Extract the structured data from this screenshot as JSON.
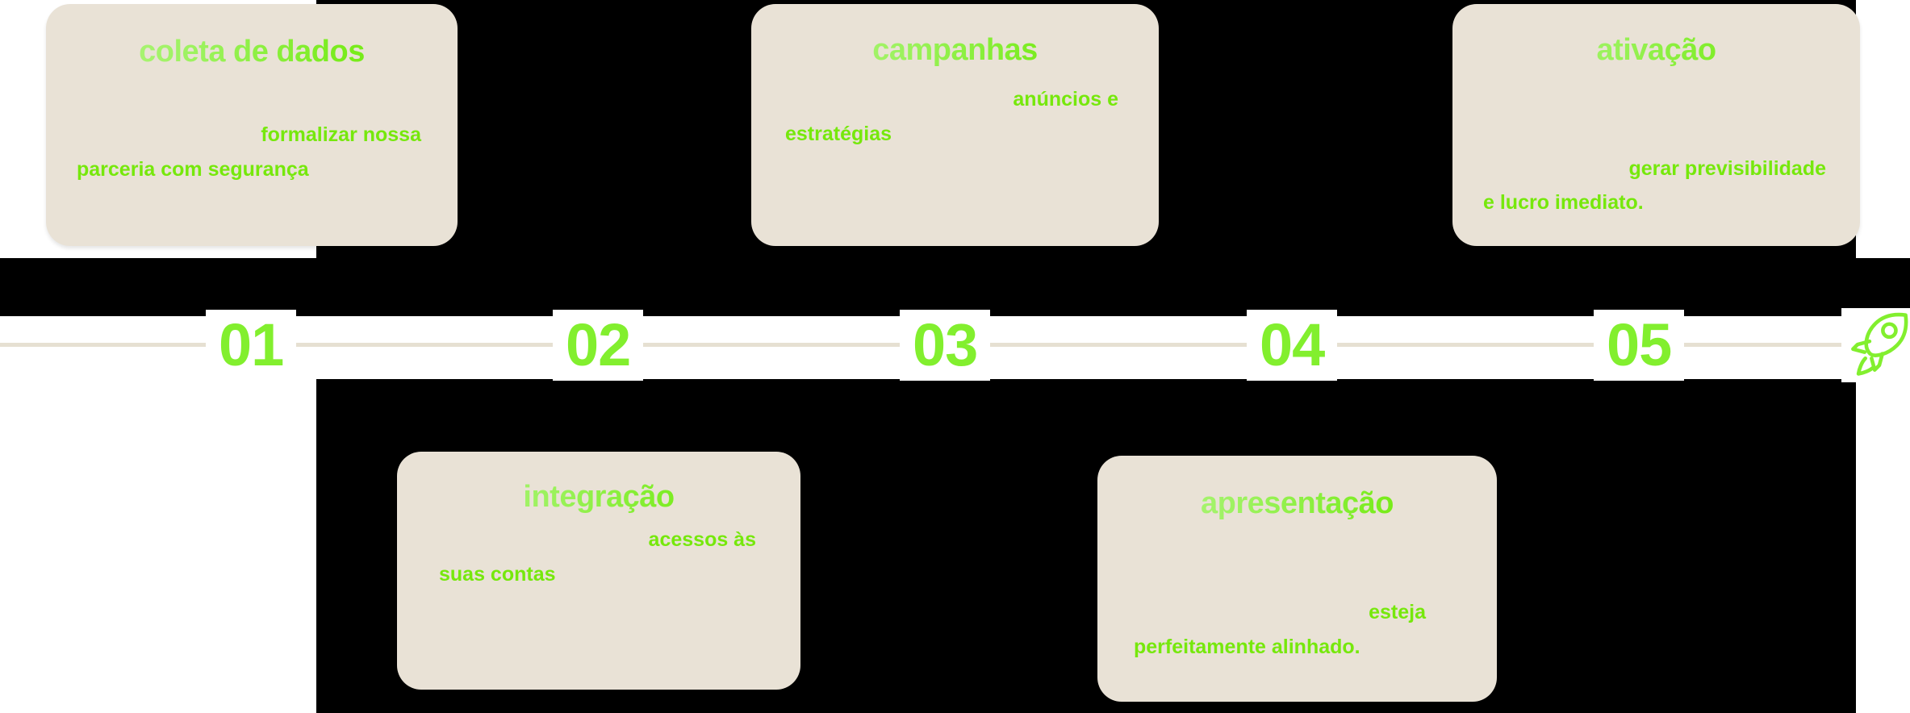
{
  "theme": {
    "background": "#000000",
    "panel_white": "#ffffff",
    "card_fill": "#e9e2d6",
    "rail_color": "#e6e0d2",
    "accent_green": "#82ef2e",
    "body_green": "#76e80c",
    "title_gradient_start": "#b9f58e",
    "title_gradient_end": "#6fe80f"
  },
  "timeline": {
    "steps": [
      {
        "number": "01"
      },
      {
        "number": "02"
      },
      {
        "number": "03"
      },
      {
        "number": "04"
      },
      {
        "number": "05"
      }
    ],
    "end_icon": "rocket-icon"
  },
  "cards": {
    "top": [
      {
        "title": "coleta de dados",
        "lines": [
          {
            "text": "formalizar nossa",
            "align": "right"
          },
          {
            "text": "parceria com segurança",
            "align": "left"
          }
        ]
      },
      {
        "title": "campanhas",
        "lines": [
          {
            "text": "anúncios  e",
            "align": "right"
          },
          {
            "text": "estratégias",
            "align": "left"
          }
        ]
      },
      {
        "title": "ativação",
        "lines": [
          {
            "text": "gerar previsibilidade",
            "align": "right"
          },
          {
            "text": "e lucro imediato.",
            "align": "left"
          }
        ]
      }
    ],
    "bottom": [
      {
        "title": "integração",
        "lines": [
          {
            "text": "acessos  às",
            "align": "right"
          },
          {
            "text": "suas   contas",
            "align": "left"
          }
        ]
      },
      {
        "title": "apresentação",
        "lines": [
          {
            "text": "esteja",
            "align": "right"
          },
          {
            "text": "perfeitamente alinhado.",
            "align": "left"
          }
        ]
      }
    ]
  }
}
